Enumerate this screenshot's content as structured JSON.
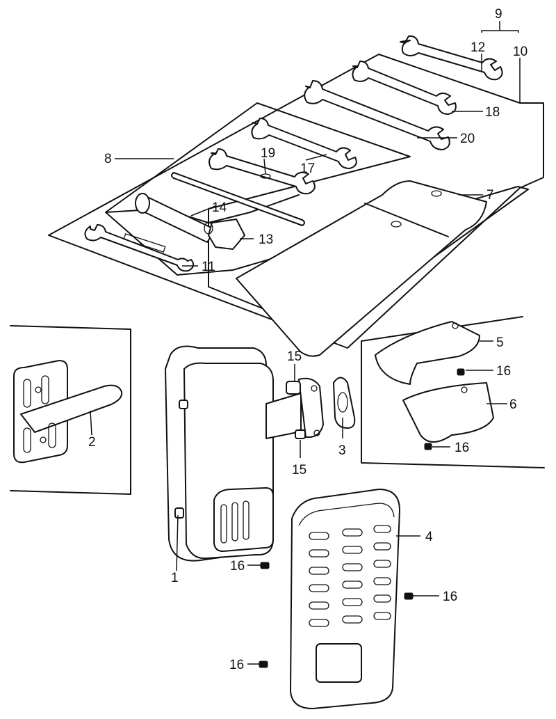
{
  "labels": {
    "l1": "1",
    "l2": "2",
    "l3": "3",
    "l4": "4",
    "l5": "5",
    "l6": "6",
    "l7": "7",
    "l8": "8",
    "l9": "9",
    "l10": "10",
    "l11": "11",
    "l12": "12",
    "l13": "13",
    "l14": "14",
    "l15a": "15",
    "l15b": "15",
    "l16a": "16",
    "l16b": "16",
    "l16c": "16",
    "l16d": "16",
    "l16e": "16",
    "l17": "17",
    "l18": "18",
    "l19": "19",
    "l20": "20"
  }
}
